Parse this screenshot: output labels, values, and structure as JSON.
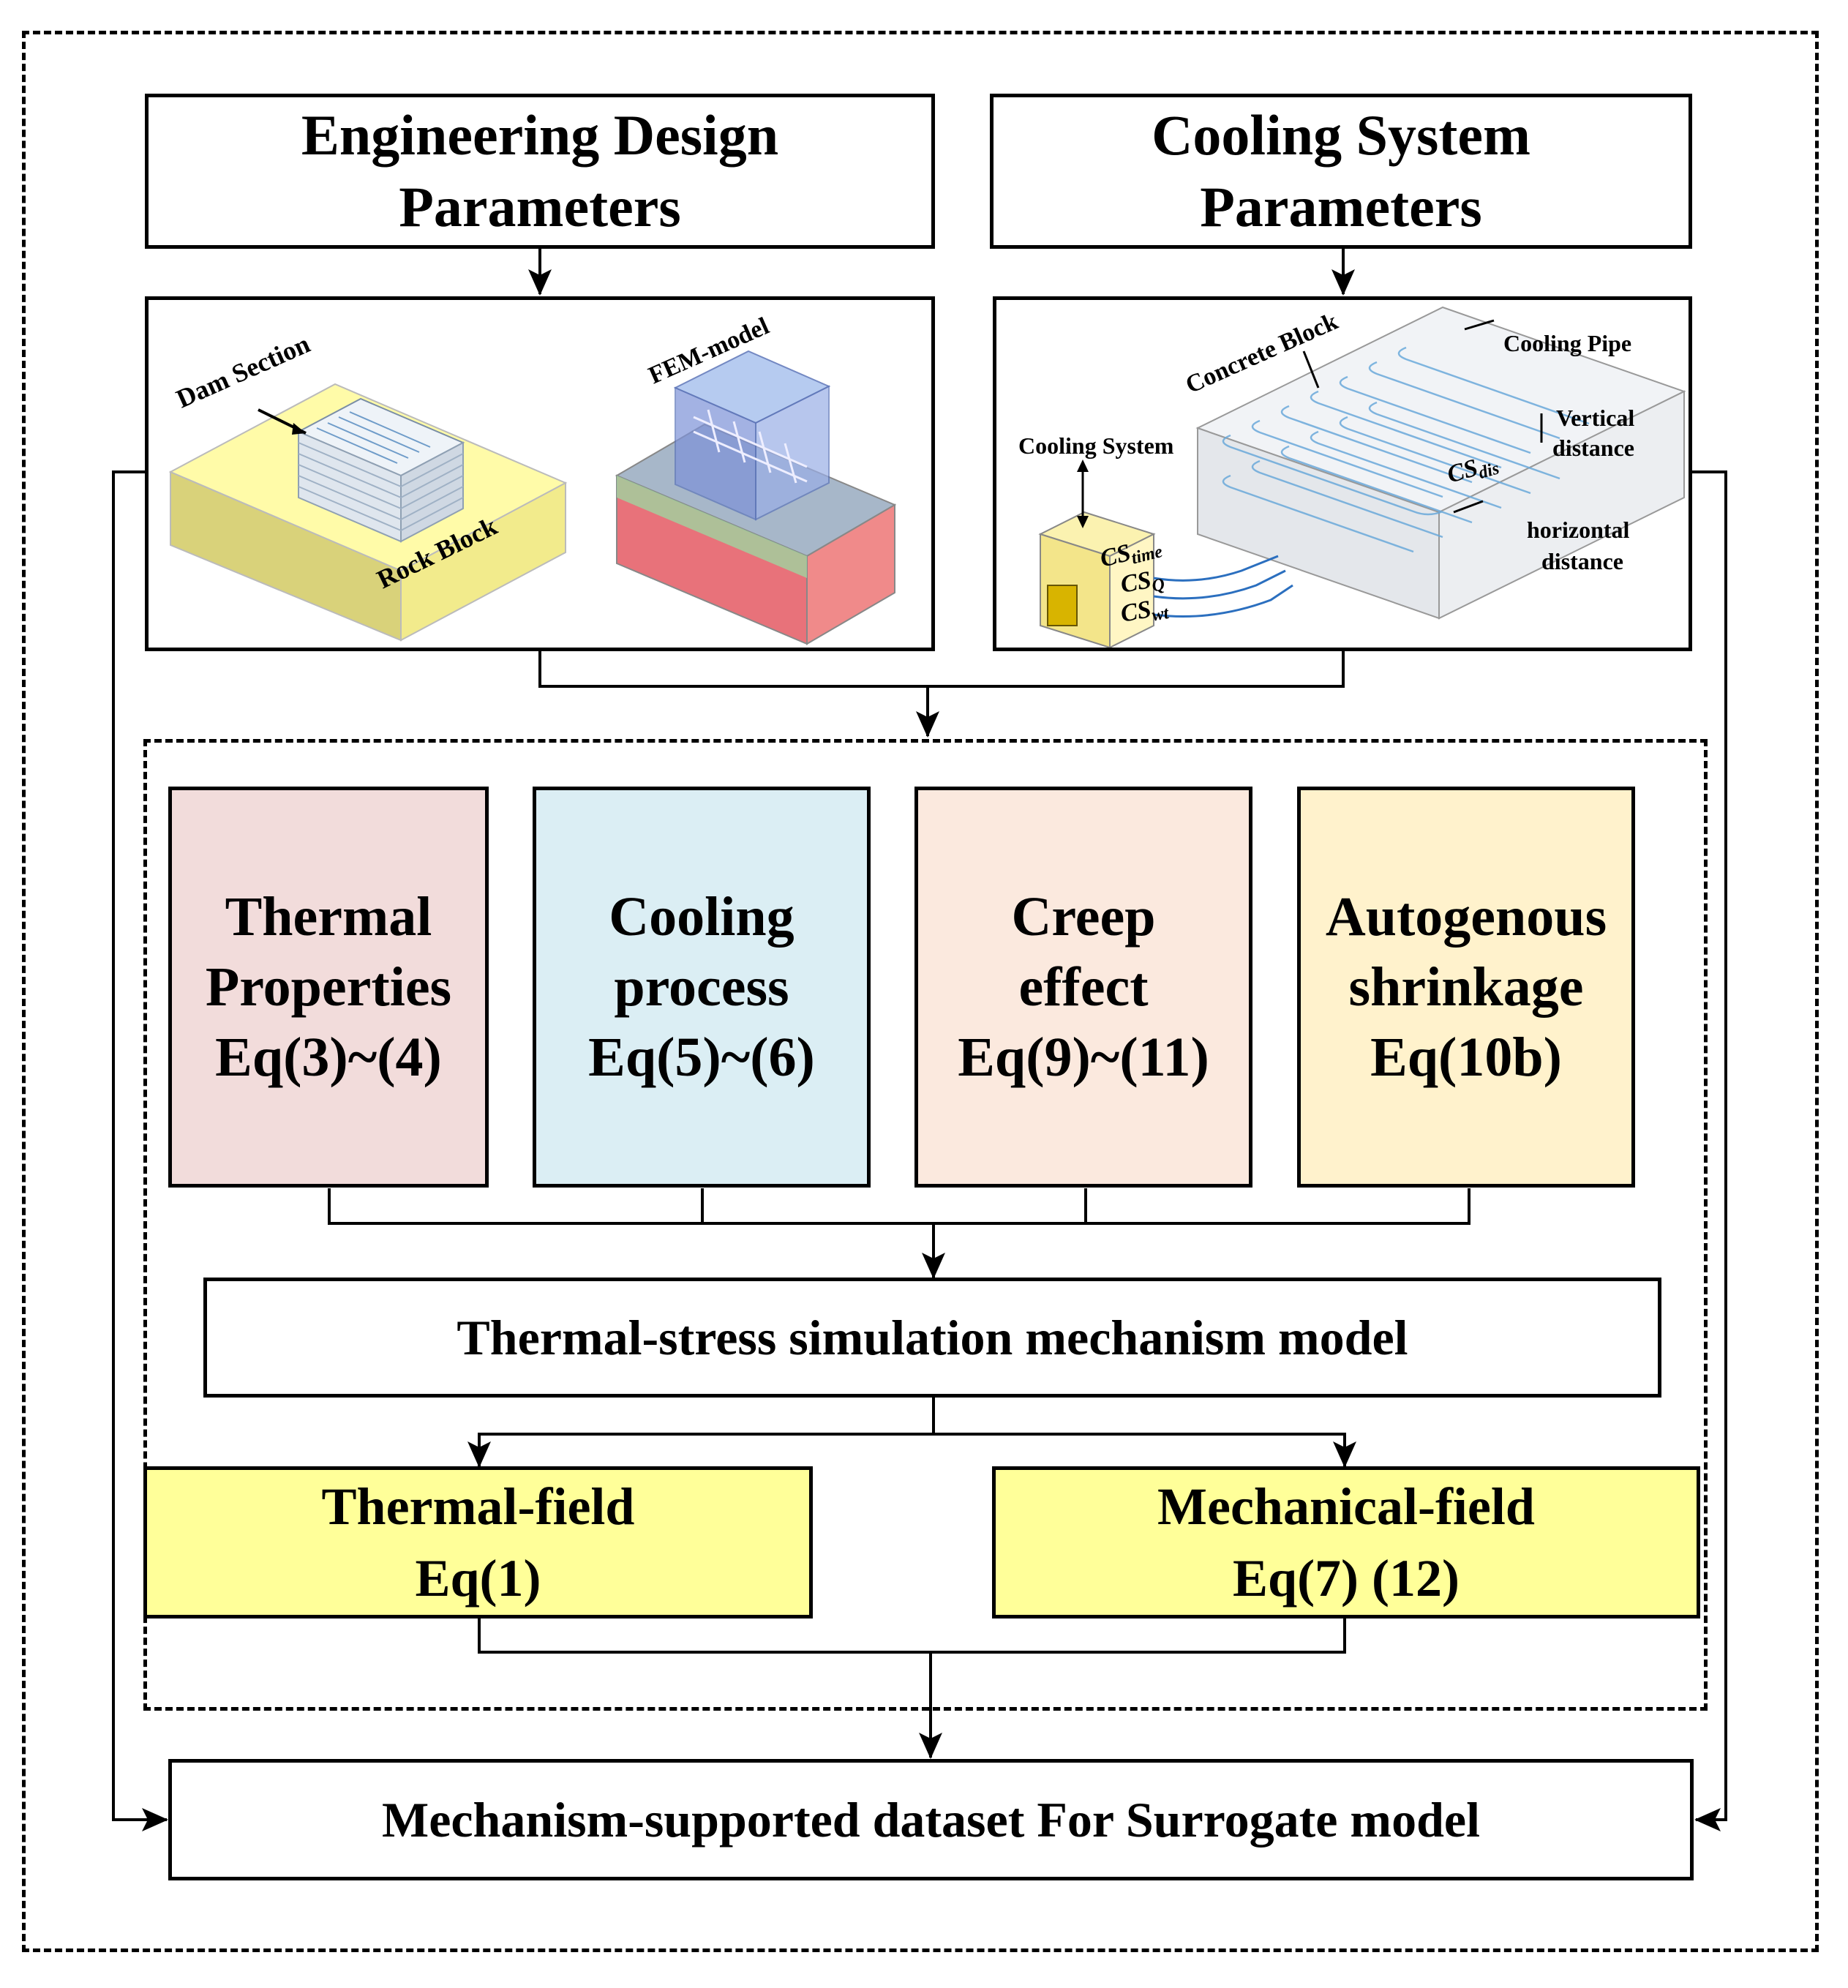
{
  "top_left": {
    "line1": "Engineering Design",
    "line2": "Parameters"
  },
  "top_right": {
    "line1": "Cooling System",
    "line2": "Parameters"
  },
  "dam_image": {
    "dam_section": "Dam Section",
    "rock_block": "Rock Block",
    "fem_model": "FEM-model"
  },
  "cooling_image": {
    "concrete_block": "Concrete Block",
    "cooling_pipe": "Cooling Pipe",
    "cooling_system": "Cooling System",
    "vertical_line1": "Vertical",
    "vertical_line2": "distance",
    "horizontal_line1": "horizontal",
    "horizontal_line2": "distance",
    "cs": "CS",
    "cs_time_sub": "time",
    "cs_q_sub": "Q",
    "cs_wt_sub": "wt",
    "cs_dis_sub": "dis"
  },
  "modules": [
    {
      "line1": "Thermal",
      "line2": "Properties",
      "line3": "Eq(3)~(4)",
      "color": "#f2dcdb"
    },
    {
      "line1": "Cooling",
      "line2": "process",
      "line3": "Eq(5)~(6)",
      "color": "#dbeef4"
    },
    {
      "line1": "Creep",
      "line2": "effect",
      "line3": "Eq(9)~(11)",
      "color": "#fbe9de"
    },
    {
      "line1": "Autogenous",
      "line2": "shrinkage",
      "line3": "Eq(10b)",
      "color": "#fff2cc"
    }
  ],
  "mechanism_model": "Thermal-stress simulation mechanism model",
  "thermal_field": {
    "line1": "Thermal-field",
    "line2": "Eq(1)"
  },
  "mechanical_field": {
    "line1": "Mechanical-field",
    "line2": "Eq(7) (12)"
  },
  "field_color": "#ffff99",
  "dataset": "Mechanism-supported dataset For Surrogate model"
}
